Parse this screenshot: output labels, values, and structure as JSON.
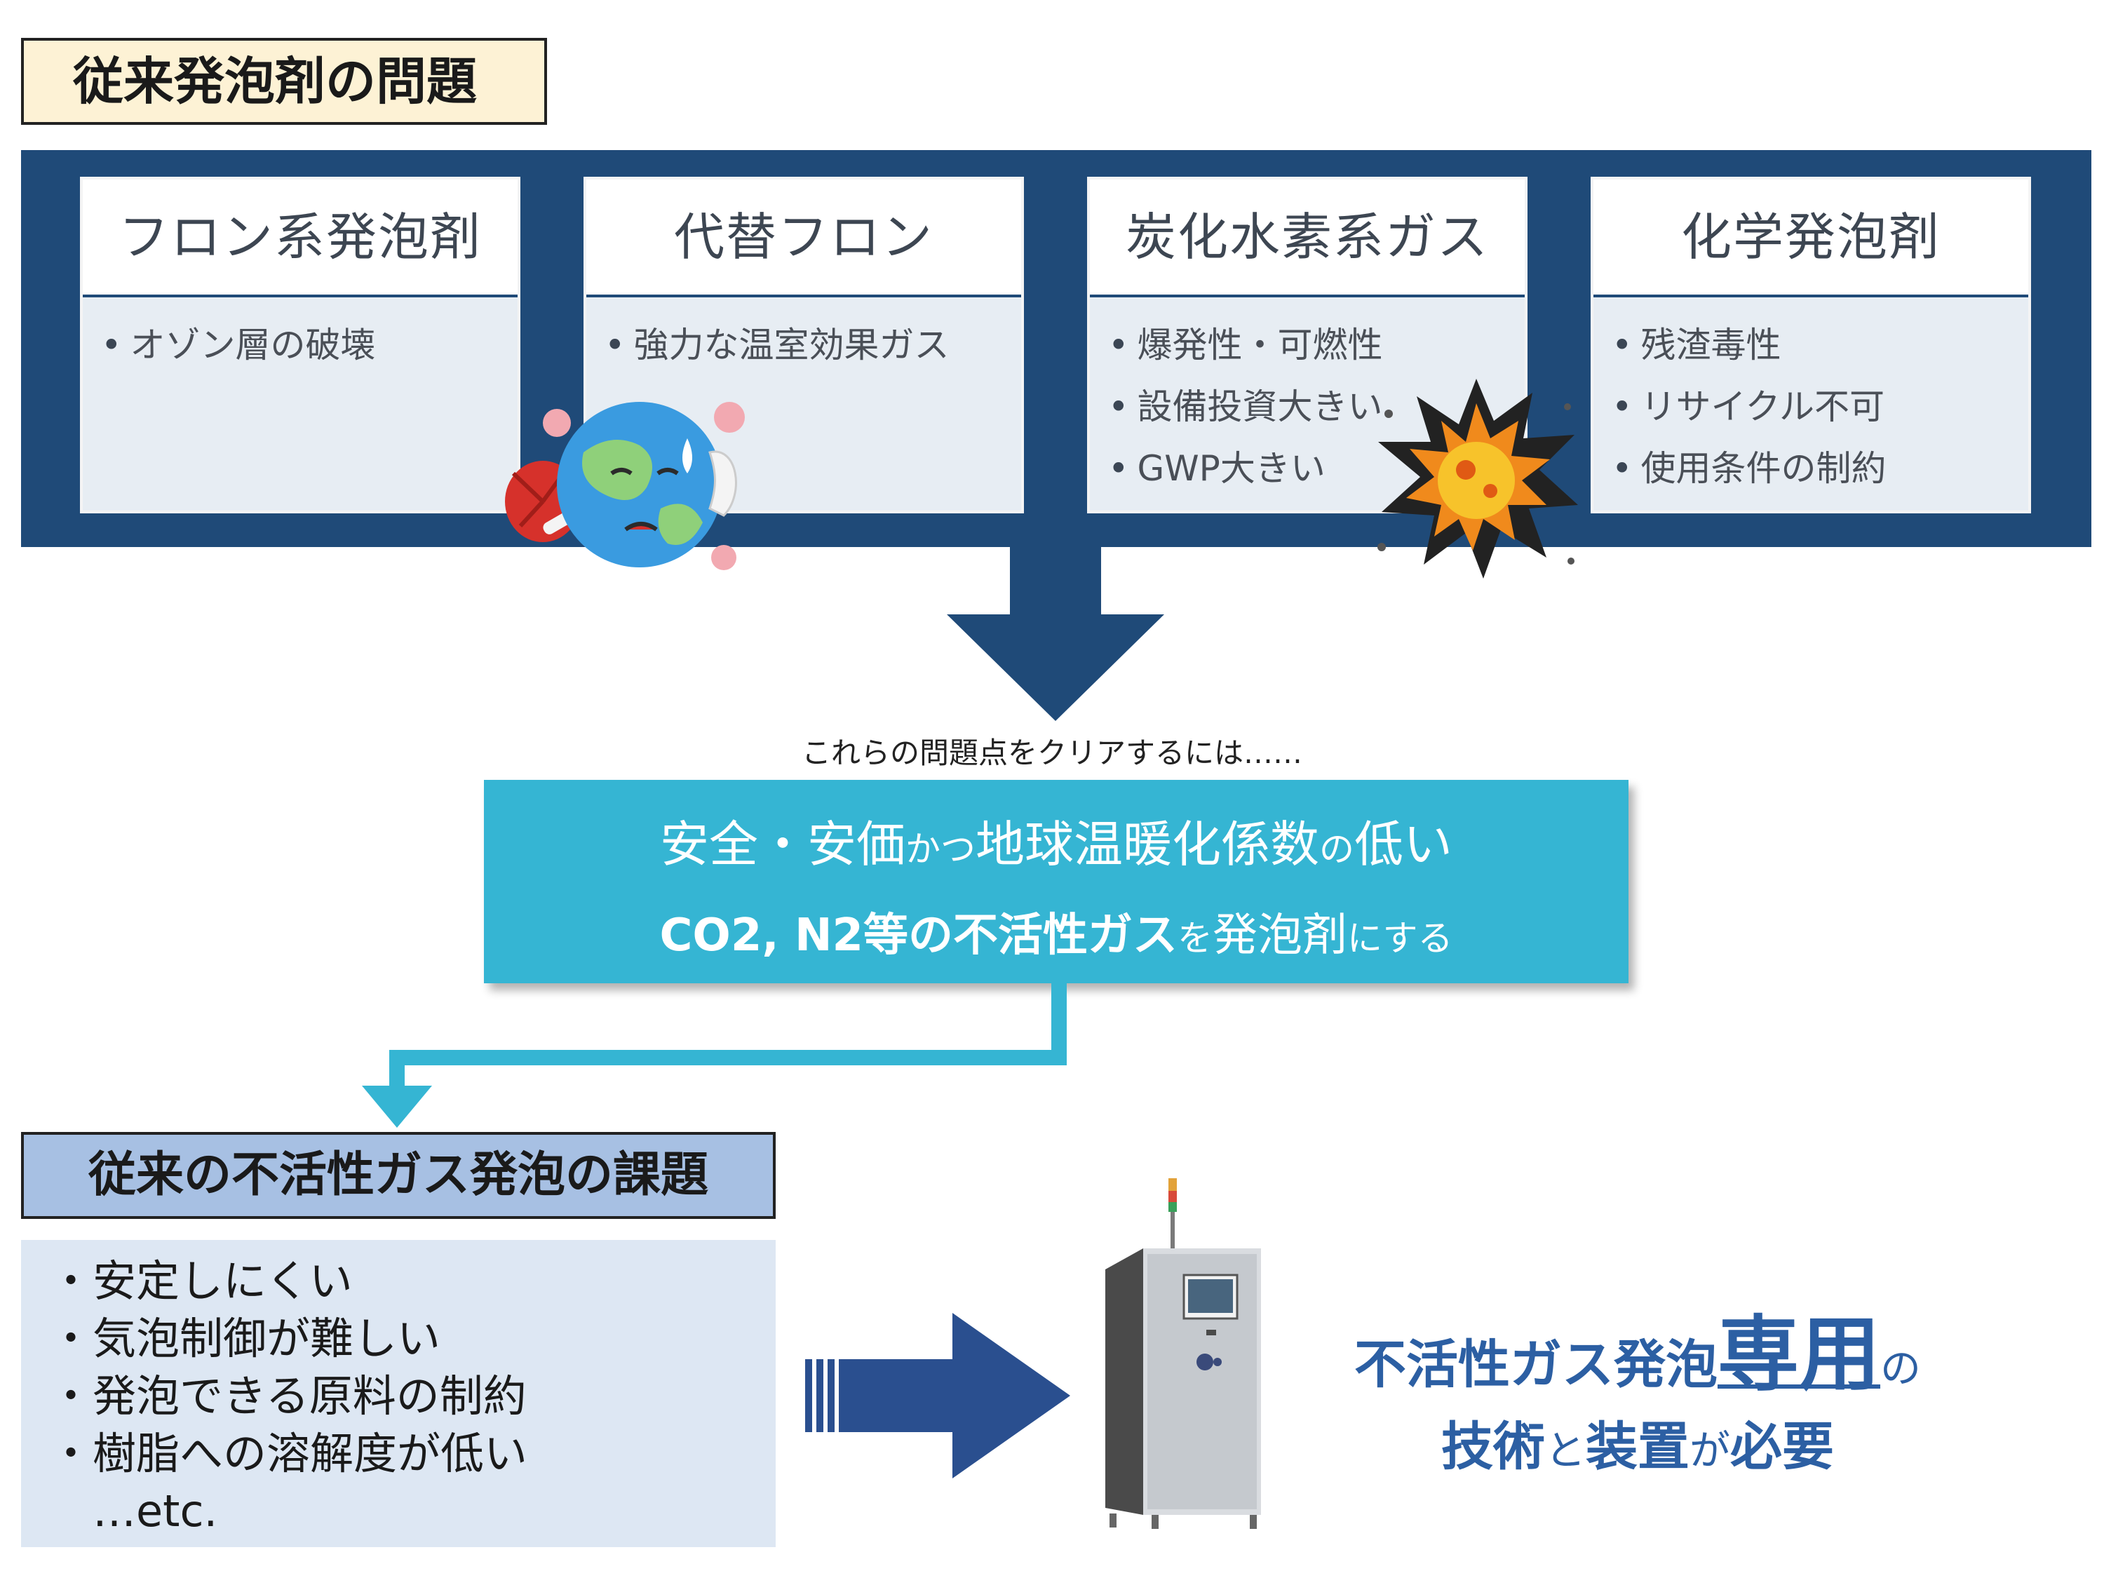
{
  "header": {
    "title": "従来発泡剤の問題"
  },
  "cards": [
    {
      "title": "フロン系発泡剤",
      "items": [
        "オゾン層の破壊"
      ]
    },
    {
      "title": "代替フロン",
      "items": [
        "強力な温室効果ガス"
      ]
    },
    {
      "title": "炭化水素系ガス",
      "items": [
        "爆発性・可燃性",
        "設備投資大きい",
        "GWP大きい"
      ]
    },
    {
      "title": "化学発泡剤",
      "items": [
        "残渣毒性",
        "リサイクル不可",
        "使用条件の制約"
      ]
    }
  ],
  "caption": "これらの問題点をクリアするには……",
  "solution": {
    "line1_a": "安全・安価",
    "line1_b": "かつ",
    "line1_c": "地球温暖化係数",
    "line1_d": "の",
    "line1_e": "低い",
    "line2_a": "CO2, N2等の不活性ガス",
    "line2_b": "を",
    "line2_c": "発泡剤",
    "line2_d": "にする"
  },
  "issues": {
    "title": "従来の不活性ガス発泡の課題",
    "items": [
      "・安定しにくい",
      "・気泡制御が難しい",
      "・発泡できる原料の制約",
      "・樹脂への溶解度が低い",
      "　…etc."
    ]
  },
  "conclusion": {
    "part1": "不活性ガス発泡",
    "part2": "専用",
    "part3": "の",
    "part4": "技術",
    "part5": "と",
    "part6": "装置",
    "part7": "が",
    "part8": "必要"
  },
  "colors": {
    "navy": "#1f4a78",
    "cyan": "#35b5d3",
    "title_bg": "#fdf2d5",
    "issue_title_bg": "#a7c0e3",
    "issue_bg": "#dde7f3",
    "conclusion_text": "#2c5fa3",
    "big_arrow": "#2a4f8f"
  },
  "icons": [
    "sweating-earth-icon",
    "explosion-icon",
    "machine-illustration"
  ]
}
